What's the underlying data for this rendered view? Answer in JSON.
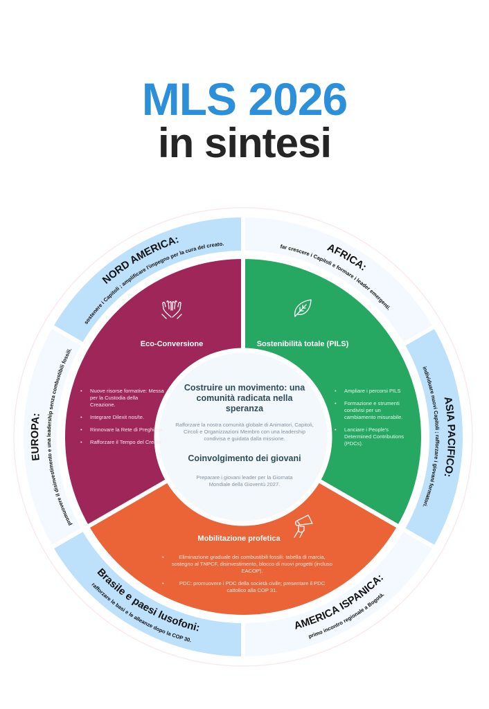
{
  "header": {
    "title_line1": "MLS 2026",
    "title_line2": "in sintesi"
  },
  "colors": {
    "title_blue": "#2b8fd9",
    "title_dark": "#252525",
    "ring_blue": "#bde1fb",
    "ring_pale": "#f3f9fe",
    "eco_maroon": "#9e2659",
    "sustainability_green": "#27a862",
    "mobilization_orange": "#ea6437",
    "center_fill": "#f2f8fc"
  },
  "regions": [
    {
      "title": "NORD AMERICA:",
      "subtitle": "sostenere i Capitoli ; amplificare l'impegno per la cura del creato."
    },
    {
      "title": "AFRICA:",
      "subtitle": "far crescere i Capitoli e formare i leader emergenti."
    },
    {
      "title": "ASIA PACIFICO:",
      "subtitle": "individuare nuovi Capitoli ; rafforzare i giovani formatori."
    },
    {
      "title": "AMERICA ISPANICA:",
      "subtitle": "primo incontro regionale a Bogotá."
    },
    {
      "title": "Brasile e paesi lusofoni:",
      "subtitle": "rafforzare le basi e le alleanze dopo la COP 30."
    },
    {
      "title": "EUROPA:",
      "subtitle": "promuovere il disinvestimento e una leadership senza combustibili fossili."
    }
  ],
  "pillars": {
    "eco": {
      "icon": "hands-icon",
      "title": "Eco-Conversione",
      "bullets": [
        "Nuove risorse formative: Messa per la Custodia della Creazione.",
        "Integrare Dilexit nos/te.",
        "Rinnovare la Rete di Preghiera.",
        "Rafforzare il Tempo del Creato."
      ]
    },
    "sustainability": {
      "icon": "leaf-icon",
      "title": "Sostenibilità totale (PILS)",
      "bullets": [
        "Ampliare i percorsi PILS",
        "Formazione e strumenti condivisi per un cambiamento misurabile.",
        "Lanciare i People's Determined Contributions (PDCs)."
      ]
    },
    "mobilization": {
      "icon": "megaphone-icon",
      "title": "Mobilitazione profetica",
      "bullets": [
        "Eliminazione graduale dei combustibili fossili: tabella di marcia, sostegno al TNPCF, disinvestimento, blocco di nuovi progetti (incluso EACOP).",
        "PDC: promuovere i PDC della società civile; presentare il PDC cattolico alla COP 31."
      ]
    }
  },
  "center": {
    "title": "Costruire un movimento: una comunità radicata nella speranza",
    "text": "Rafforzare la nostra comunità globale di Animatori, Capitoli, Circoli e Organizzazioni Membro con una leadership condivisa e guidata dalla missione.",
    "youth_title": "Coinvolgimento dei giovani",
    "youth_text": "Preparare i giovani leader per la Giornata Mondiale della Gioventù 2027."
  }
}
